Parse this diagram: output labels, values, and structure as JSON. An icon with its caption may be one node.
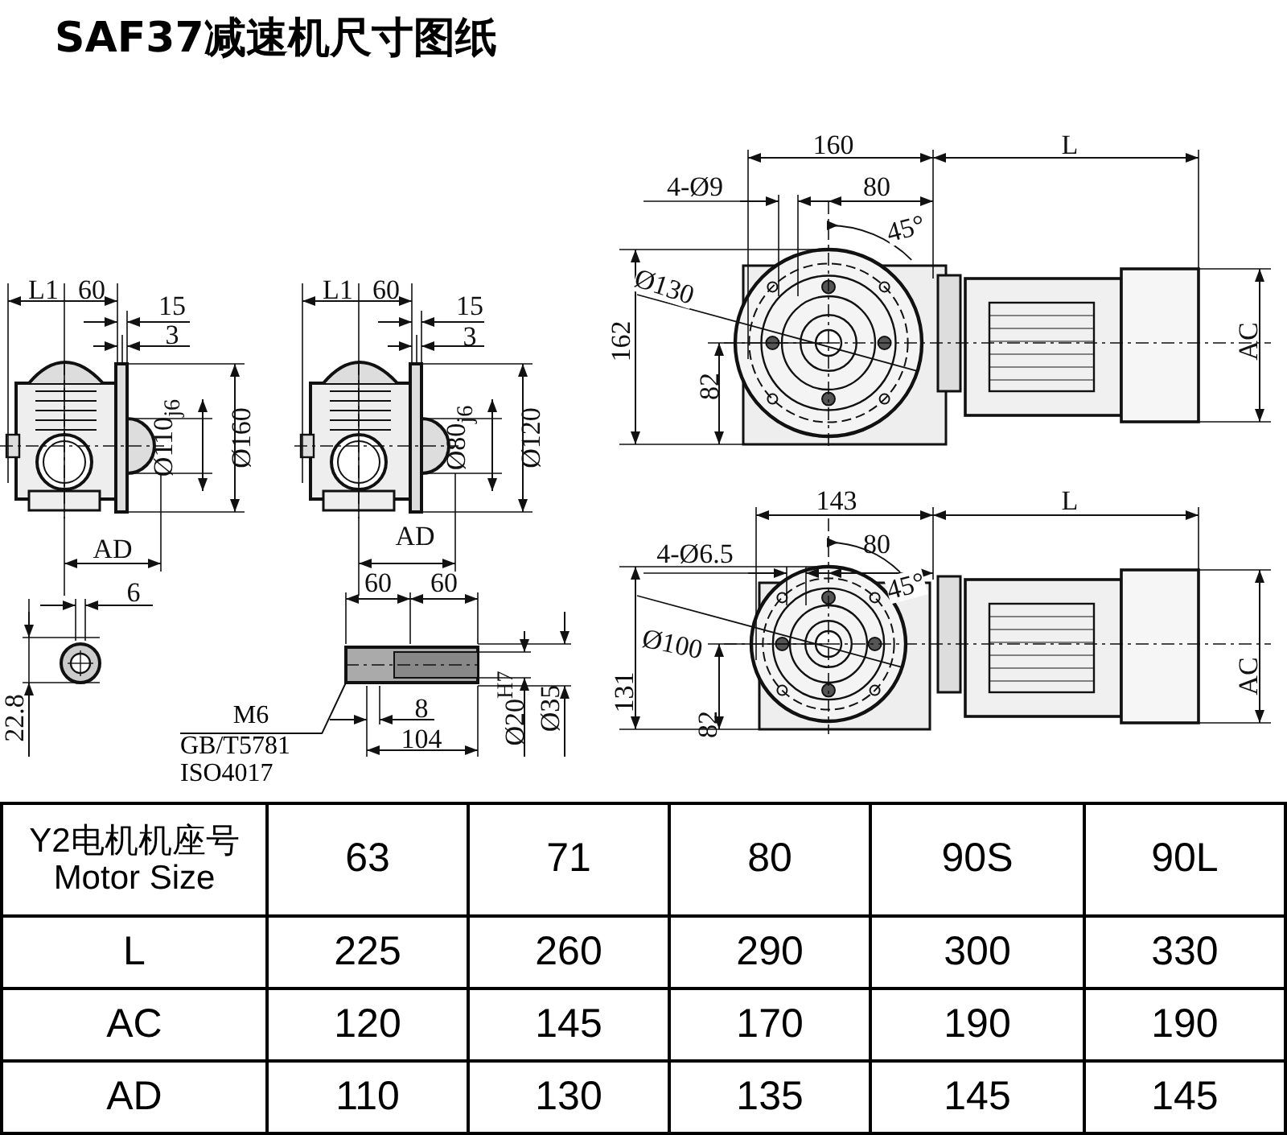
{
  "diagram": {
    "title": "SAF37减速机尺寸图纸",
    "nodes": [
      {
        "text": [
          "M6",
          "GB/T5781",
          "ISO4017"
        ]
      },
      {
        "text": [],
        "shape": "picture"
      }
    ],
    "edges": [
      {
        "from": 0,
        "to": 1,
        "arrow": "none"
      }
    ],
    "labels": [
      "160",
      "L",
      "4-Ø9",
      "80",
      "45°",
      "Ø130",
      "162",
      "82",
      "AC",
      "L1",
      "60",
      "15",
      "3",
      "Ø110$_{j6}$",
      "Ø160",
      "AD",
      "L1",
      "60",
      "15",
      "3",
      "Ø80$_{j6}$",
      "Ø120",
      "AD",
      "143",
      "L",
      "4-Ø6.5",
      "80",
      "45°",
      "Ø100",
      "131",
      "82",
      "AC",
      "6",
      "22.8",
      "60",
      "60",
      "8",
      "104",
      "Ø20$^{H7}$",
      "Ø35",
      "Y2电机机座号 Motor Size",
      "63",
      "71",
      "80",
      "90S",
      "90L",
      "L",
      "225",
      "260",
      "290",
      "300",
      "330",
      "AC",
      "120",
      "145",
      "170",
      "190",
      "190",
      "AD",
      "110",
      "130",
      "135",
      "145",
      "145"
    ]
  }
}
